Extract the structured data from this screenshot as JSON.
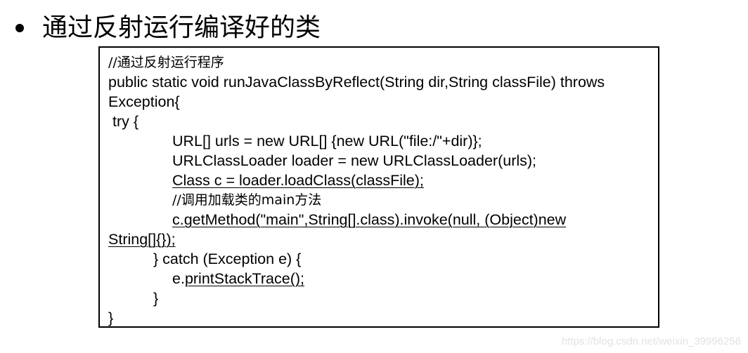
{
  "slide": {
    "bullet_icon": "bullet-dot",
    "title": "通过反射运行编译好的类"
  },
  "code": {
    "lines": [
      "//通过反射运行程序",
      "public static void runJavaClassByReflect(String dir,String classFile) throws",
      "Exception{",
      " try {",
      "URL[] urls = new URL[] {new URL(\"file:/\"+dir)};",
      "URLClassLoader loader = new URLClassLoader(urls);",
      "Class c = loader.loadClass(classFile);",
      "//调用加载类的main方法",
      "c.getMethod(\"main\",String[].class).invoke(null, (Object)new",
      "String[]{});",
      "} catch (Exception e) {",
      "e.",
      "printStackTrace();",
      "}",
      "}"
    ]
  },
  "watermark": "https://blog.csdn.net/weixin_39996256"
}
